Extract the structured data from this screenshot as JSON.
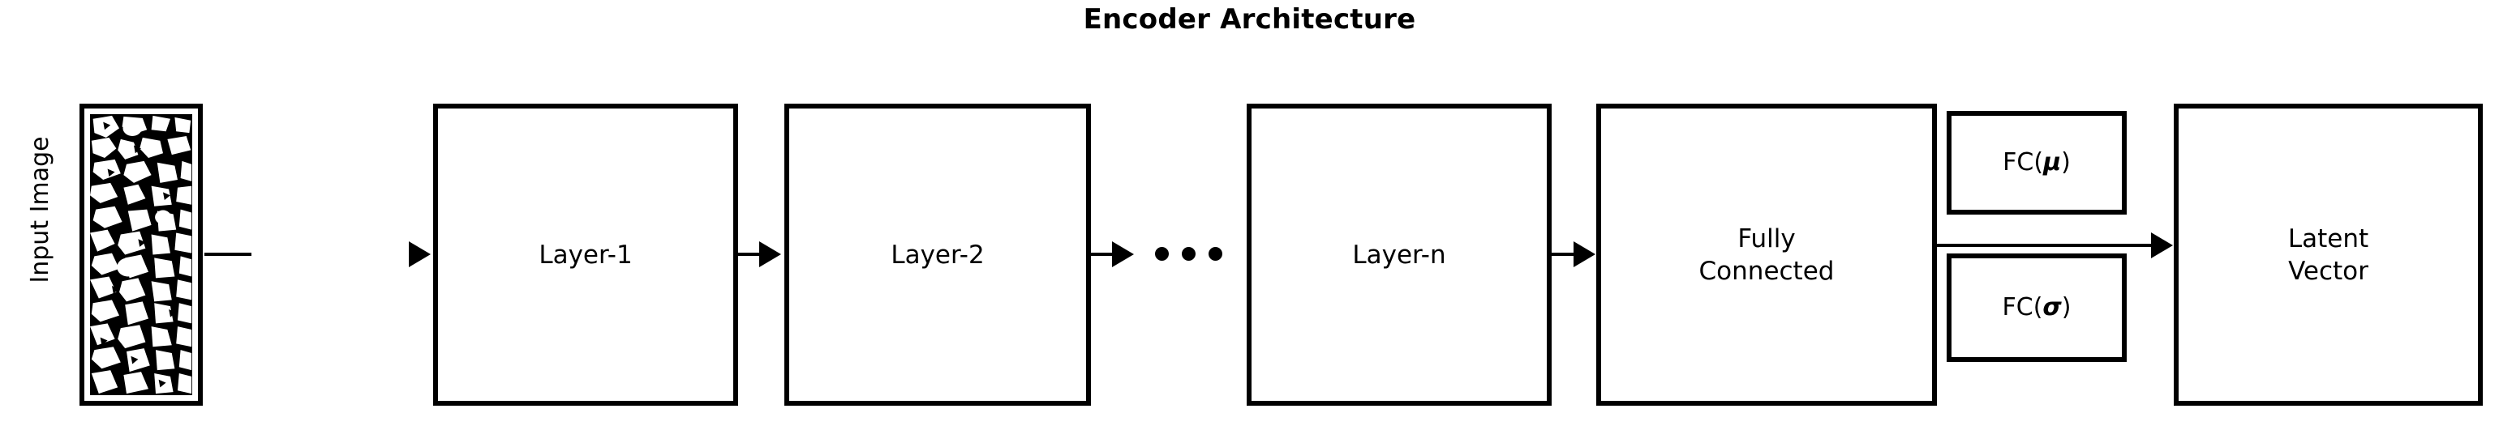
{
  "title": "Encoder Architecture",
  "axis_label": "Input Image",
  "nodes": [
    {
      "id": "input-image",
      "label": "",
      "kind": "image",
      "content": "binary-micrograph"
    },
    {
      "id": "layer-1",
      "label": "Layer-1",
      "kind": "box"
    },
    {
      "id": "layer-2",
      "label": "Layer-2",
      "kind": "box"
    },
    {
      "id": "layer-n",
      "label": "Layer-n",
      "kind": "box"
    },
    {
      "id": "fully-connected",
      "label": "Fully\nConnected",
      "kind": "box"
    },
    {
      "id": "fc-mu",
      "label_prefix": "FC(",
      "label_greek": "μ",
      "label_suffix": ")",
      "kind": "small-box"
    },
    {
      "id": "fc-sigma",
      "label_prefix": "FC(",
      "label_greek": "σ",
      "label_suffix": ")",
      "kind": "small-box"
    },
    {
      "id": "latent-vector",
      "label": "Latent\nVector",
      "kind": "box"
    }
  ],
  "ellipsis": "• • •",
  "edges": [
    {
      "from": "input-image",
      "to": "layer-1"
    },
    {
      "from": "layer-1",
      "to": "layer-2"
    },
    {
      "from": "layer-2",
      "to": "ellipsis"
    },
    {
      "from": "layer-n",
      "to": "fully-connected"
    },
    {
      "from": "fully-connected",
      "to": "latent-vector"
    }
  ],
  "colors": {
    "stroke": "#000000",
    "background": "#ffffff",
    "image_foreground": "#ffffff",
    "image_background": "#000000"
  }
}
